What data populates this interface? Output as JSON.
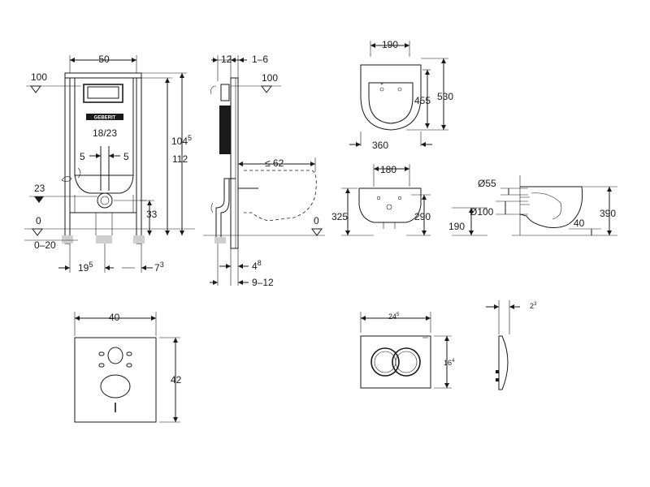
{
  "frame_front": {
    "width": "50",
    "height_total": "112",
    "height_inner_main": "104",
    "height_inner_sup": "5",
    "flush_level": "100",
    "cistern_label": "18/23",
    "offset_left": "5",
    "offset_right": "5",
    "drain_level": "23",
    "drain_height": "33",
    "floor_level": "0",
    "floor_range": "0–20",
    "bottom_left_main": "19",
    "bottom_left_sup": "5",
    "bottom_right_main": "7",
    "bottom_right_sup": "3",
    "logo_text": "GEBERIT"
  },
  "frame_side": {
    "top_depth": "12",
    "top_offset": "1–6",
    "flush_level": "100",
    "bowl_projection": "≤ 62",
    "floor_level": "0",
    "bottom_depth_main": "4",
    "bottom_depth_sup": "8",
    "bottom_range": "9–12"
  },
  "bowl_top": {
    "width_top": "190",
    "length_inner": "455",
    "length_outer": "530",
    "width_bottom": "360"
  },
  "bowl_rear": {
    "width": "180",
    "height_left": "325",
    "height_right": "290"
  },
  "bowl_side": {
    "outlet_diameter_small": "Ø55",
    "outlet_diameter_large": "Ø100",
    "height_left": "190",
    "height_right": "390",
    "bottom_offset": "40"
  },
  "mat": {
    "width": "40",
    "height": "42"
  },
  "plate_front": {
    "width_main": "24",
    "width_sup": "5",
    "height_main": "16",
    "height_sup": "4"
  },
  "plate_side": {
    "depth_main": "2",
    "depth_sup": "3"
  }
}
